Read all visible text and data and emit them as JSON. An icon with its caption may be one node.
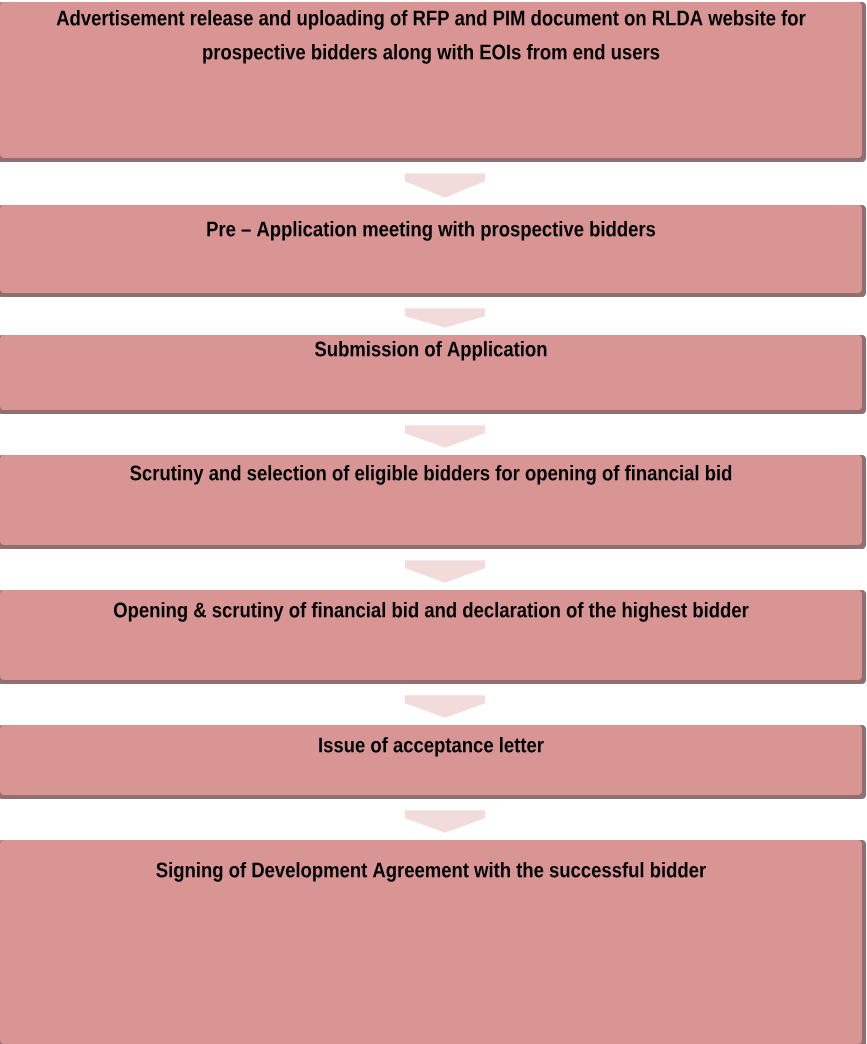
{
  "diagram": {
    "nodes": [
      {
        "text": [
          "Advertisement release and uploading of RFP and PIM document on RLDA website for prospective bidders along with EOIs from end users"
        ]
      },
      {
        "text": [
          "Pre – Application meeting with prospective bidders"
        ]
      },
      {
        "text": [
          "Submission of Application"
        ]
      },
      {
        "text": [
          "Scrutiny and selection of eligible bidders for opening of financial bid"
        ]
      },
      {
        "text": [
          "Opening & scrutiny of financial bid and declaration of the highest bidder"
        ]
      },
      {
        "text": [
          "Issue of acceptance letter"
        ]
      },
      {
        "text": [
          "Signing of Development Agreement with the successful bidder"
        ]
      }
    ],
    "edges": [
      {
        "from": 0,
        "to": 1,
        "arrow": "to"
      },
      {
        "from": 1,
        "to": 2,
        "arrow": "to"
      },
      {
        "from": 2,
        "to": 3,
        "arrow": "to"
      },
      {
        "from": 3,
        "to": 4,
        "arrow": "to"
      },
      {
        "from": 4,
        "to": 5,
        "arrow": "to"
      },
      {
        "from": 5,
        "to": 6,
        "arrow": "to"
      }
    ]
  }
}
